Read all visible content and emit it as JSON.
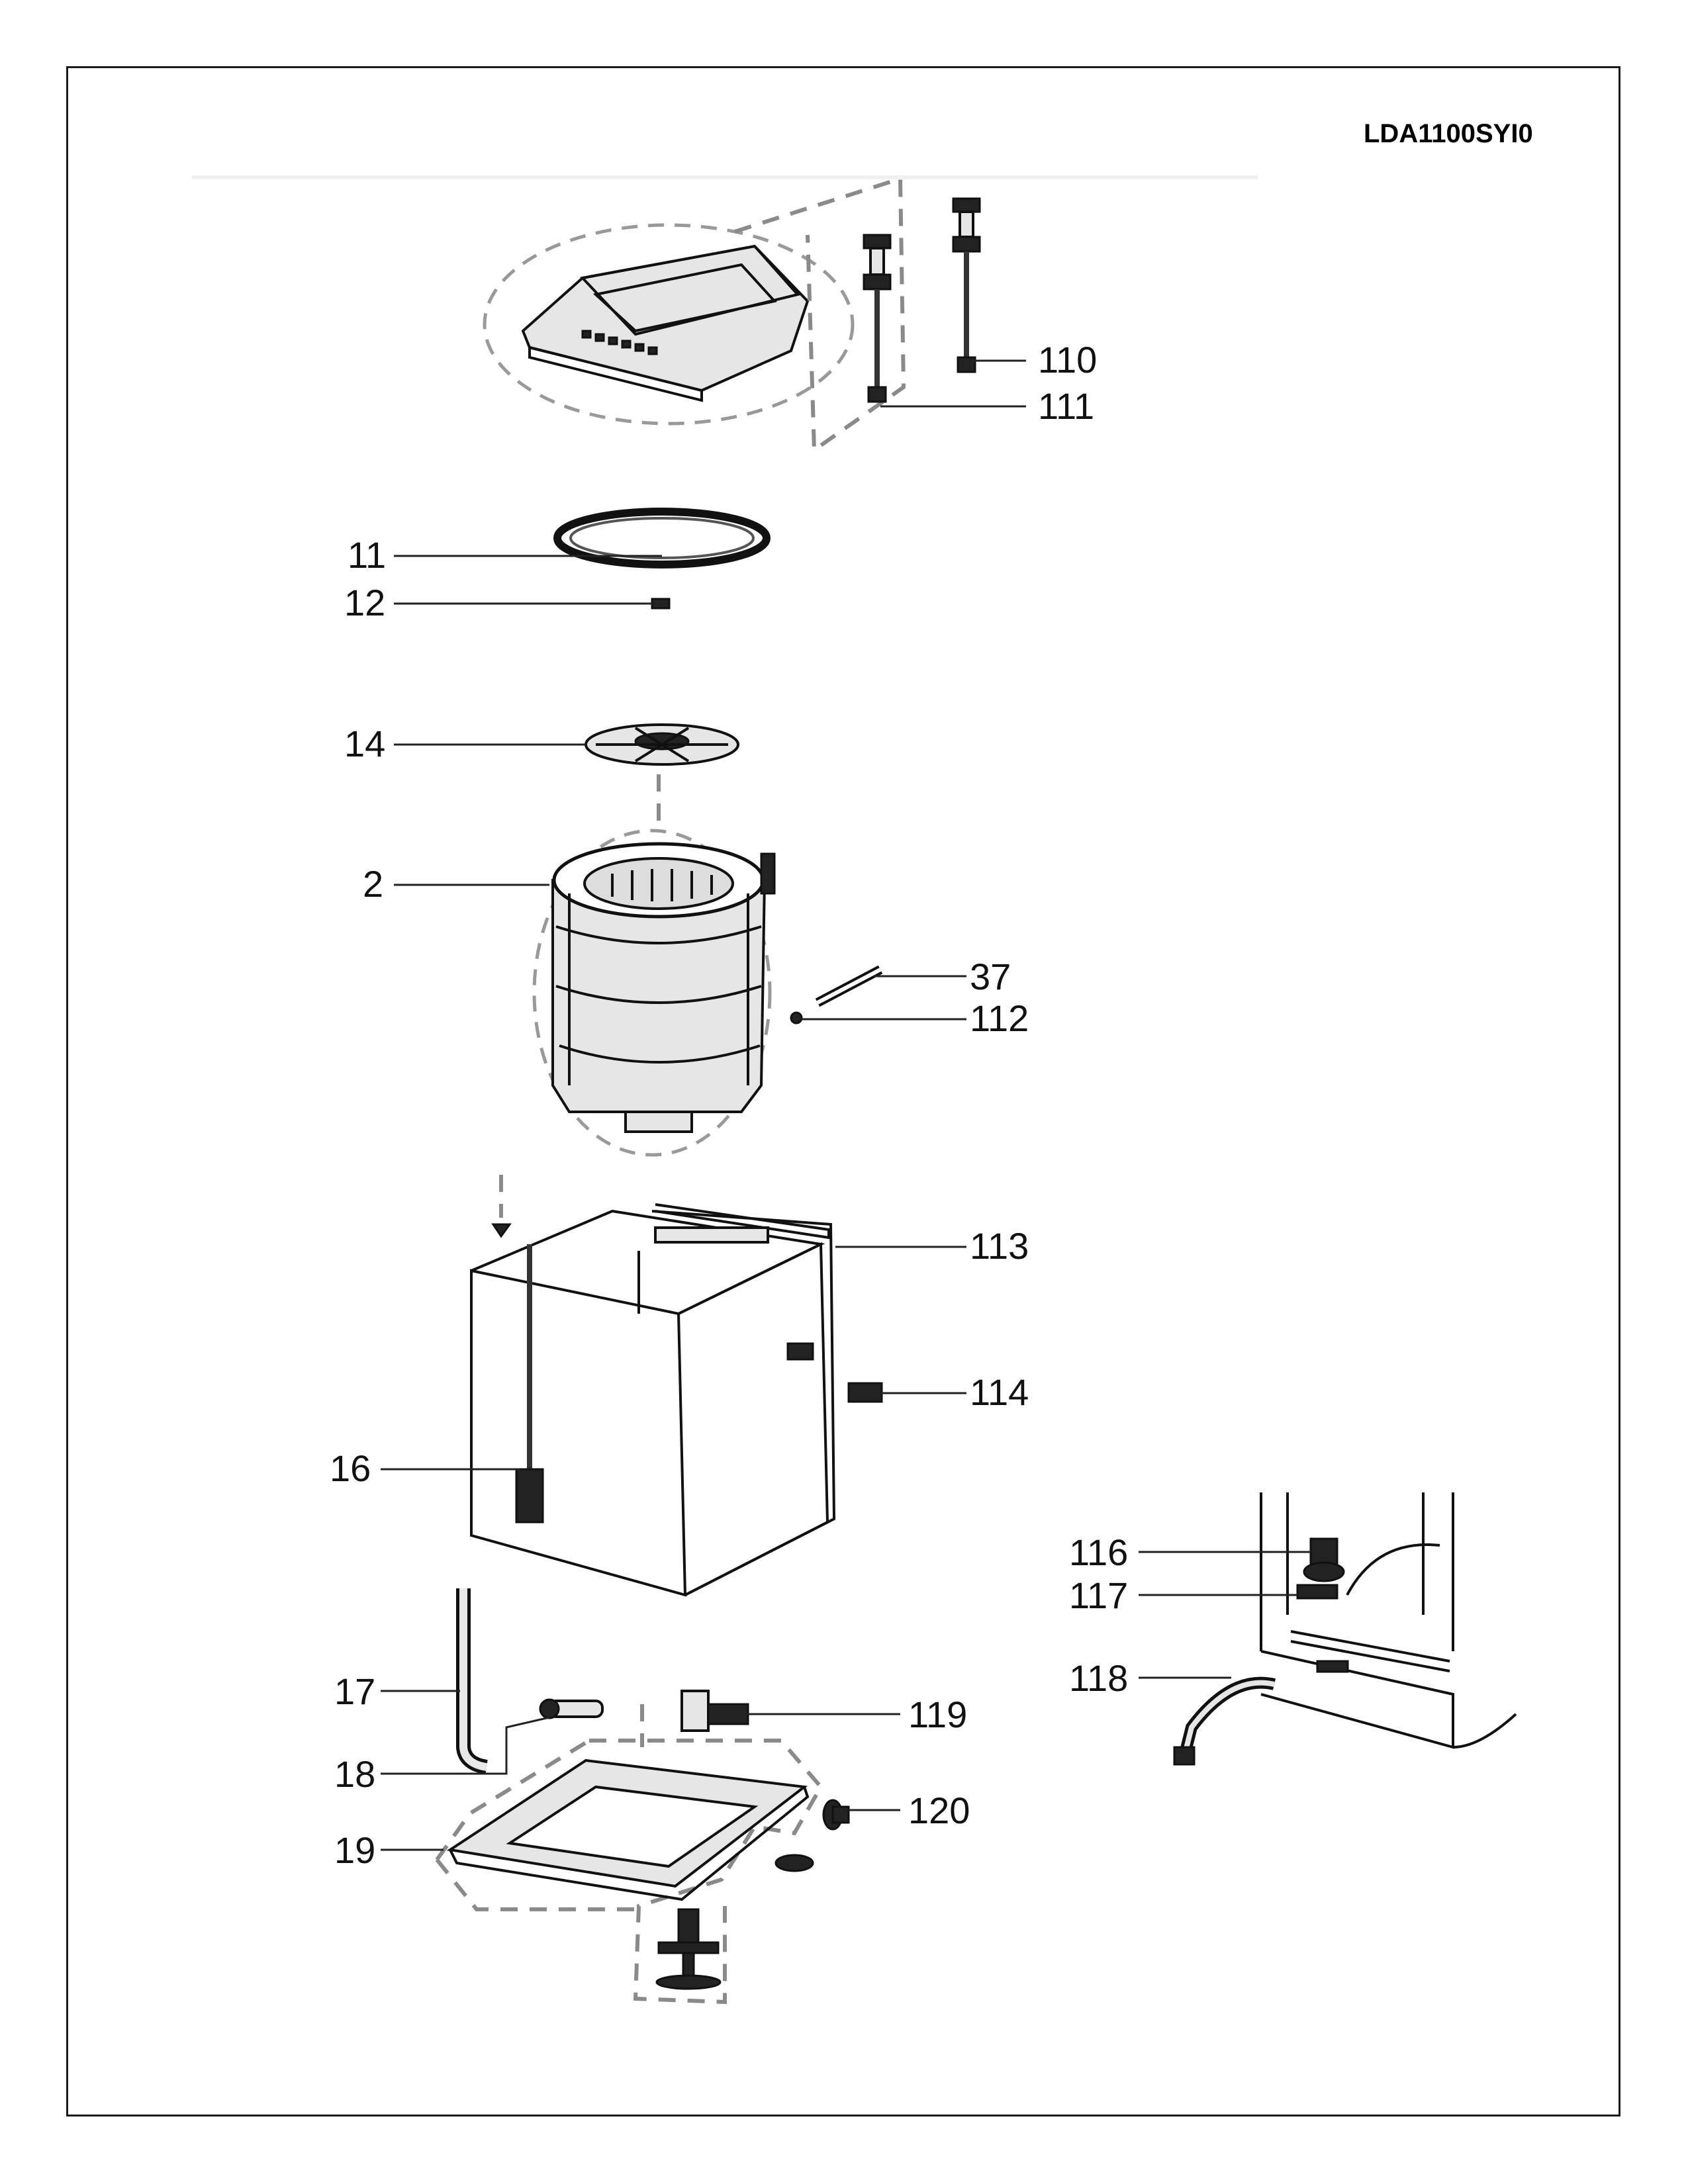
{
  "model_number": "LDA1100SYI0",
  "callouts": [
    {
      "id": "110",
      "label": "110"
    },
    {
      "id": "111",
      "label": "111"
    },
    {
      "id": "11",
      "label": "11"
    },
    {
      "id": "12",
      "label": "12"
    },
    {
      "id": "14",
      "label": "14"
    },
    {
      "id": "2",
      "label": "2"
    },
    {
      "id": "37",
      "label": "37"
    },
    {
      "id": "112",
      "label": "112"
    },
    {
      "id": "113",
      "label": "113"
    },
    {
      "id": "114",
      "label": "114"
    },
    {
      "id": "16",
      "label": "16"
    },
    {
      "id": "116",
      "label": "116"
    },
    {
      "id": "117",
      "label": "117"
    },
    {
      "id": "118",
      "label": "118"
    },
    {
      "id": "17",
      "label": "17"
    },
    {
      "id": "18",
      "label": "18"
    },
    {
      "id": "119",
      "label": "119"
    },
    {
      "id": "120",
      "label": "120"
    },
    {
      "id": "19",
      "label": "19"
    }
  ]
}
